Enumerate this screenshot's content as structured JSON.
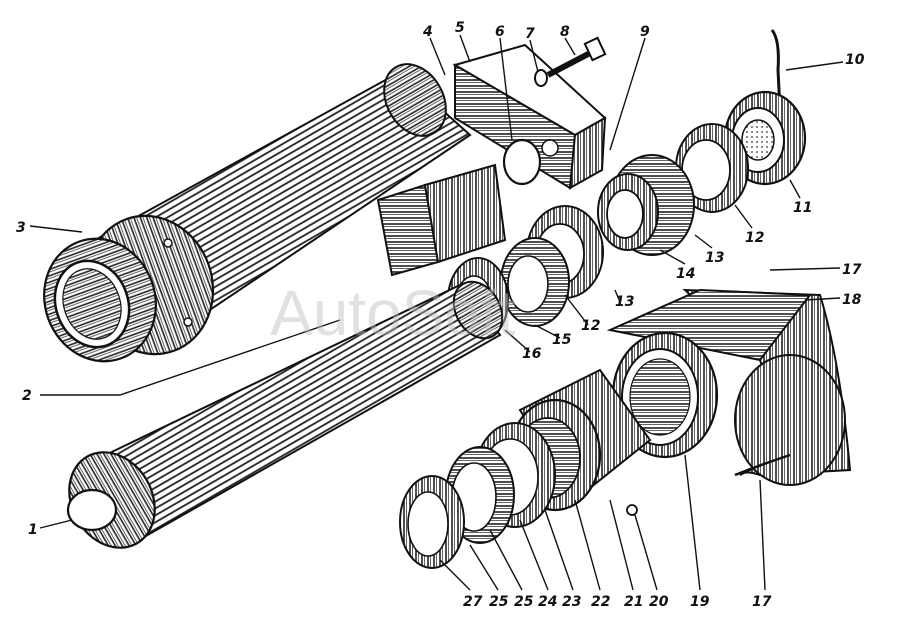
{
  "watermark": "AutoSoft",
  "labels": {
    "l1": "1",
    "l2": "2",
    "l3": "3",
    "l4": "4",
    "l5": "5",
    "l6": "6",
    "l7": "7",
    "l8": "8",
    "l9": "9",
    "l10": "10",
    "l11": "11",
    "l12a": "12",
    "l12b": "12",
    "l13a": "13",
    "l13b": "13",
    "l14": "14",
    "l15": "15",
    "l16": "16",
    "l17a": "17",
    "l17b": "17",
    "l18": "18",
    "l19": "19",
    "l20": "20",
    "l21": "21",
    "l22": "22",
    "l23": "23",
    "l24": "24",
    "l25a": "25",
    "l25b": "25",
    "l27": "27"
  }
}
